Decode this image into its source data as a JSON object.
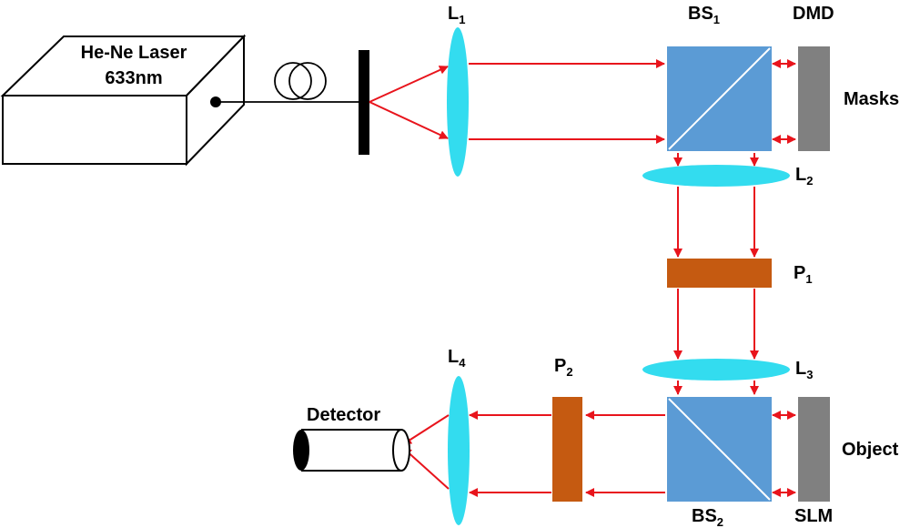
{
  "laser": {
    "line1": "He-Ne Laser",
    "line2": "633nm"
  },
  "lenses": [
    {
      "base": "L",
      "sub": "1"
    },
    {
      "base": "L",
      "sub": "2"
    },
    {
      "base": "L",
      "sub": "3"
    },
    {
      "base": "L",
      "sub": "4"
    }
  ],
  "beam_splitters": [
    {
      "base": "BS",
      "sub": "1"
    },
    {
      "base": "BS",
      "sub": "2"
    }
  ],
  "polarizers": [
    {
      "base": "P",
      "sub": "1"
    },
    {
      "base": "P",
      "sub": "2"
    }
  ],
  "dmd": {
    "label": "DMD",
    "role": "Masks"
  },
  "slm": {
    "label": "SLM",
    "role": "Object"
  },
  "detector": {
    "label": "Detector"
  },
  "colors": {
    "beam": "#e8141c",
    "lens": "#33dcef",
    "beam_splitter": "#5b9bd5",
    "polarizer": "#c55a11",
    "modulator": "#808080",
    "outline": "#000000"
  }
}
